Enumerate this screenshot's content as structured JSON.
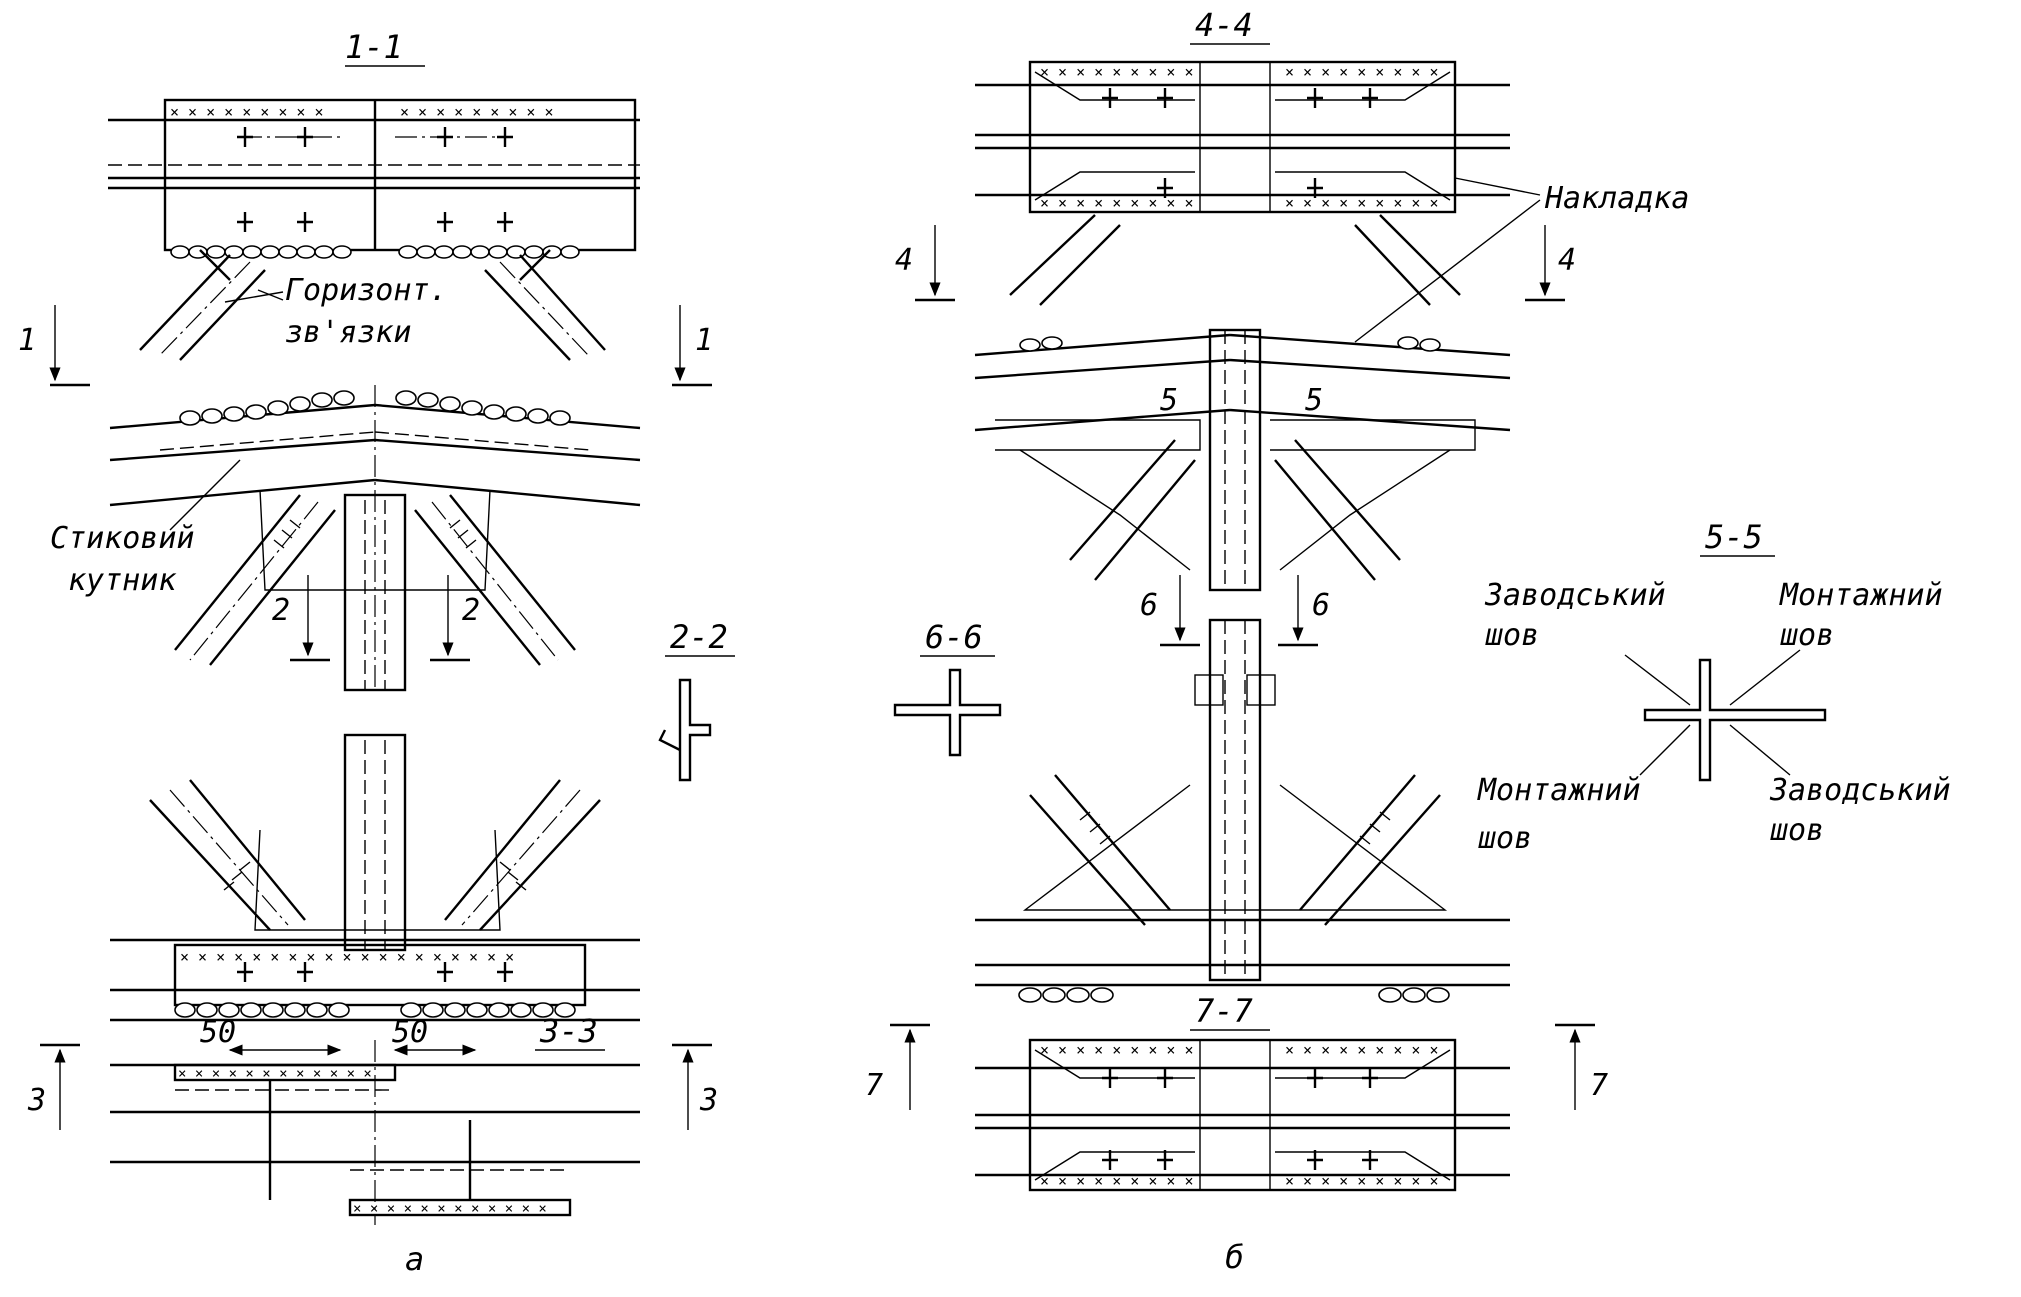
{
  "sections": {
    "s1": "1-1",
    "s2": "2-2",
    "s3": "3-3",
    "s4": "4-4",
    "s5": "5-5",
    "s6": "6-6",
    "s7": "7-7"
  },
  "cut_marks": {
    "c1": "1",
    "c2": "2",
    "c3": "3",
    "c4": "4",
    "c5": "5",
    "c6": "6",
    "c7": "7"
  },
  "labels": {
    "gorizont_line1": "Горизонт.",
    "gorizont_line2": "зв'язки",
    "stykovyi_line1": "Стиковий",
    "stykovyi_line2": "кутник",
    "nakladka": "Накладка",
    "zavodskyi_top_line1": "Заводський",
    "zavodskyi_top_line2": "шов",
    "montazhnyi_top_line1": "Монтажний",
    "montazhnyi_top_line2": "шов",
    "montazhnyi_bottom_line1": "Монтажний",
    "montazhnyi_bottom_line2": "шов",
    "zavodskyi_bottom_line1": "Заводський",
    "zavodskyi_bottom_line2": "шов"
  },
  "dimensions": {
    "d1": "50",
    "d2": "50"
  },
  "captions": {
    "a": "а",
    "b": "б"
  }
}
